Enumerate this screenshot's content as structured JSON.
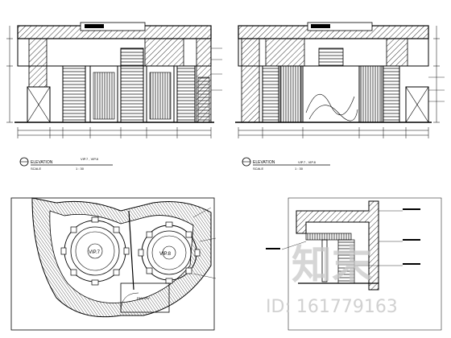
{
  "drawing": {
    "elevation_left": {
      "title": "ELEVATION",
      "ref": "VIP.7 , VIP.8",
      "scale_label": "SCALE",
      "scale_value": "1 : 30"
    },
    "elevation_right": {
      "title": "ELEVATION",
      "ref": "VIP.7 , VIP.8",
      "scale_label": "SCALE",
      "scale_value": "1 : 30"
    },
    "plan": {
      "room_left": "VIP.7",
      "room_right": "VIP.8",
      "pantry": "PANTRY"
    }
  },
  "watermark": {
    "logo_text": "知末",
    "id_text": "ID: 161779163"
  }
}
